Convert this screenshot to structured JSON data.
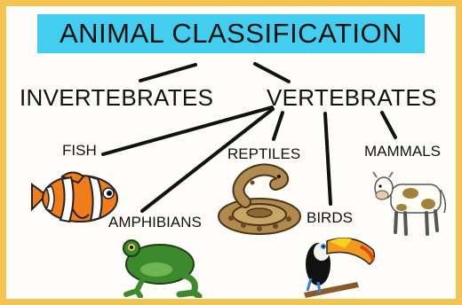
{
  "title": "ANIMAL CLASSIFICATION",
  "groups": {
    "invertebrates": "INVERTEBRATES",
    "vertebrates": "VERTEBRATES"
  },
  "classes": {
    "fish": "FISH",
    "amphibians": "AMPHIBIANS",
    "reptiles": "REPTILES",
    "birds": "BIRDS",
    "mammals": "MAMMALS"
  },
  "colors": {
    "border": "#f4c350",
    "title_background": "#43cdee",
    "fish": "#f07d1a",
    "frog": "#3c8a2d",
    "snake": "#b08a4e",
    "toucan_beak": "#f39a1c",
    "cow_spots": "#a0823c"
  },
  "icons": [
    "clownfish-icon",
    "frog-icon",
    "snake-icon",
    "toucan-icon",
    "cow-icon"
  ]
}
